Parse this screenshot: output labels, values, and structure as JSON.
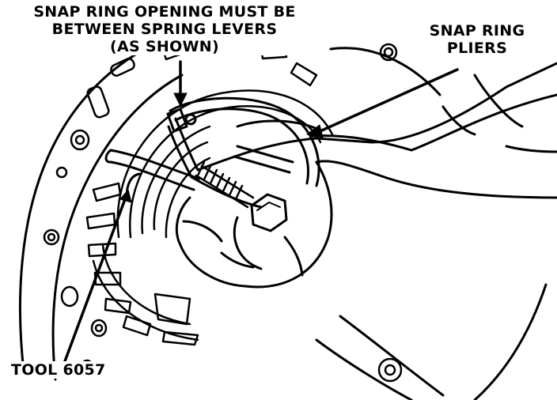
{
  "callouts": {
    "snap_ring_opening": {
      "line1": "SNAP RING OPENING MUST BE",
      "line2": "BETWEEN SPRING LEVERS",
      "line3": "(AS SHOWN)"
    },
    "snap_ring_pliers": {
      "line1": "SNAP RING",
      "line2": "PLIERS"
    },
    "tool": {
      "label": "TOOL 6057"
    }
  },
  "colors": {
    "ink": "#000000",
    "paper": "#ffffff"
  }
}
